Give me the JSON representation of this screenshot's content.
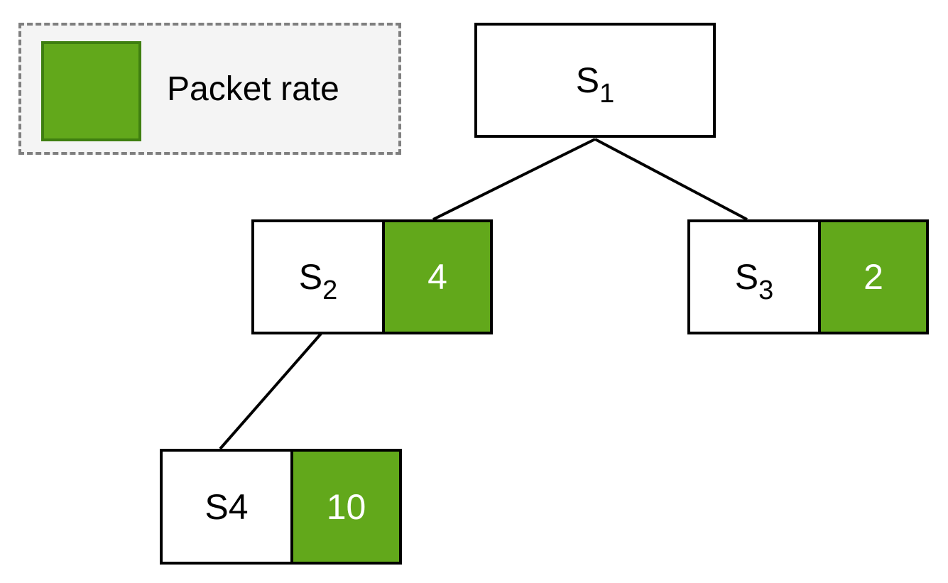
{
  "legend": {
    "label": "Packet rate",
    "swatch_color": "#62a81b",
    "swatch_border_color": "#3f7f10"
  },
  "colors": {
    "value_fill": "#62a81b",
    "node_fill": "#ffffff",
    "stroke": "#000000"
  },
  "nodes": [
    {
      "id": "s1",
      "name": "S",
      "sub": "1"
    },
    {
      "id": "s2",
      "name": "S",
      "sub": "2",
      "value": "4"
    },
    {
      "id": "s3",
      "name": "S",
      "sub": "3",
      "value": "2"
    },
    {
      "id": "s4",
      "name": "S",
      "sub": "4",
      "value": "10"
    }
  ],
  "edges": [
    {
      "from": "s1",
      "to": "s2"
    },
    {
      "from": "s1",
      "to": "s3"
    },
    {
      "from": "s2",
      "to": "s4"
    }
  ]
}
